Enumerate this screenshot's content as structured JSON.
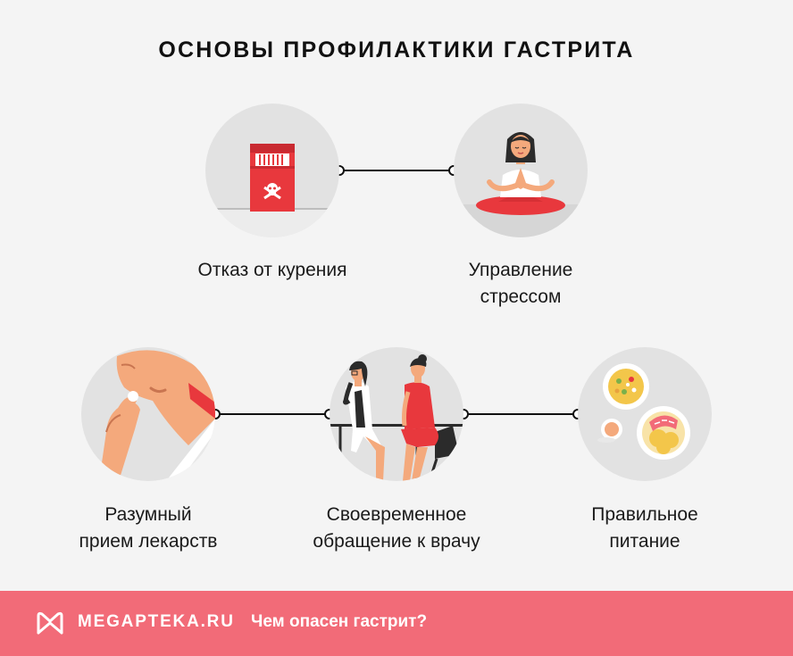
{
  "title": "ОСНОВЫ ПРОФИЛАКТИКИ ГАСТРИТА",
  "items": [
    {
      "line1": "Отказ от курения",
      "line2": "",
      "icon": "cigarette-pack-icon"
    },
    {
      "line1": "Управление",
      "line2": "стрессом",
      "icon": "meditation-icon"
    },
    {
      "line1": "Разумный",
      "line2": "прием лекарств",
      "icon": "pill-icon"
    },
    {
      "line1": "Своевременное",
      "line2": "обращение к врачу",
      "icon": "doctor-visit-icon"
    },
    {
      "line1": "Правильное",
      "line2": "питание",
      "icon": "healthy-food-icon"
    }
  ],
  "footer": {
    "brand": "MEGAPTEKA.RU",
    "article": "Чем опасен гастрит?"
  },
  "colors": {
    "accent": "#f26b78",
    "circle": "#e2e2e2",
    "background": "#f4f4f4",
    "red": "#e8383d"
  }
}
